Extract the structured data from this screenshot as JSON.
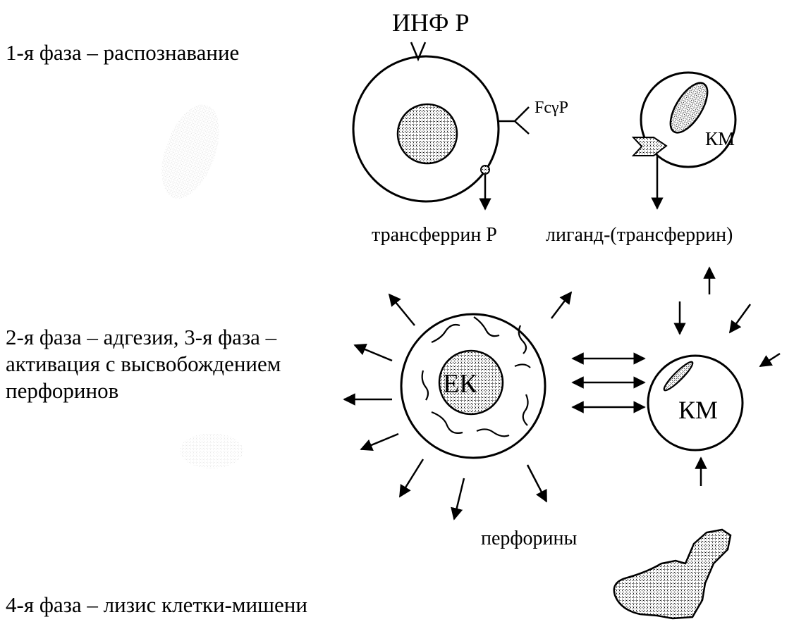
{
  "phases": {
    "phase1": "1-я фаза – распознавание",
    "phase23": [
      "2-я фаза – адгезия, 3-я фаза –",
      "активация с высвобождением",
      "перфоринов"
    ],
    "phase4": "4-я фаза – лизис клетки-мишени"
  },
  "labels": {
    "inf_receptor": "ИНФ Р",
    "fc_receptor": "FcγP",
    "transferrin_receptor": "трансферрин Р",
    "ligand": "лиганд-(трансферрин)",
    "target_cell_top": "КМ",
    "nk_cell": "ЕК",
    "target_cell_mid": "КМ",
    "perforins": "перфорины"
  },
  "colors": {
    "ink": "#000000",
    "stipple": "#bfbfbf",
    "background": "#ffffff"
  }
}
